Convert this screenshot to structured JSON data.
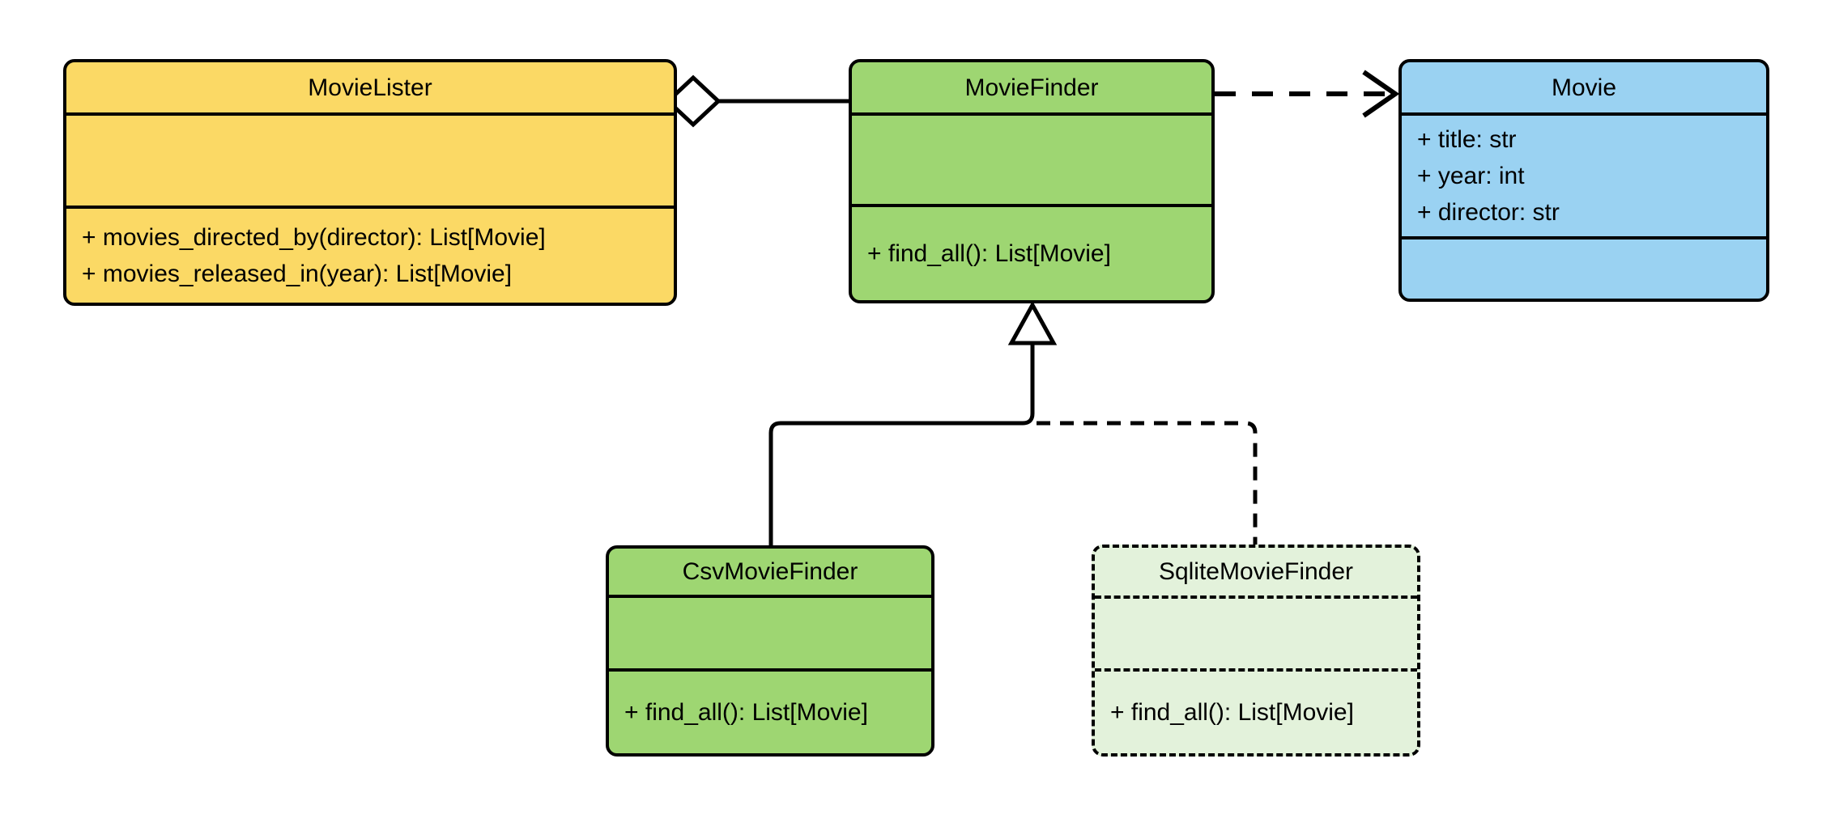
{
  "diagram": {
    "kind": "uml-class-diagram",
    "background_color": "#ffffff",
    "line_color": "#000000",
    "text_color": "#000000",
    "classes": [
      {
        "id": "movie_lister",
        "name": "MovieLister",
        "attributes": [],
        "methods": [
          "+ movies_directed_by(director): List[Movie]",
          "+ movies_released_in(year): List[Movie]"
        ],
        "fill": "#fbd965",
        "border_style": "solid"
      },
      {
        "id": "movie_finder",
        "name": "MovieFinder",
        "attributes": [],
        "methods": [
          "+ find_all(): List[Movie]"
        ],
        "fill": "#9ed672",
        "border_style": "solid"
      },
      {
        "id": "movie",
        "name": "Movie",
        "attributes": [
          "+ title: str",
          "+ year: int",
          "+ director: str"
        ],
        "methods": [],
        "fill": "#9ad2f2",
        "border_style": "solid"
      },
      {
        "id": "csv_movie_finder",
        "name": "CsvMovieFinder",
        "attributes": [],
        "methods": [
          "+ find_all(): List[Movie]"
        ],
        "fill": "#9ed672",
        "border_style": "solid"
      },
      {
        "id": "sqlite_movie_finder",
        "name": "SqliteMovieFinder",
        "attributes": [],
        "methods": [
          "+ find_all(): List[Movie]"
        ],
        "fill": "#e3f2db",
        "border_style": "dashed"
      }
    ],
    "relationships": [
      {
        "from": "MovieLister",
        "to": "MovieFinder",
        "type": "aggregation",
        "line": "solid",
        "marker": "hollow-diamond-at-MovieLister"
      },
      {
        "from": "MovieFinder",
        "to": "Movie",
        "type": "dependency",
        "line": "dashed",
        "marker": "open-arrow-at-Movie"
      },
      {
        "from": "CsvMovieFinder",
        "to": "MovieFinder",
        "type": "generalization",
        "line": "solid",
        "marker": "hollow-triangle-at-MovieFinder"
      },
      {
        "from": "SqliteMovieFinder",
        "to": "MovieFinder",
        "type": "generalization",
        "line": "dashed",
        "marker": "hollow-triangle-at-MovieFinder"
      }
    ]
  }
}
